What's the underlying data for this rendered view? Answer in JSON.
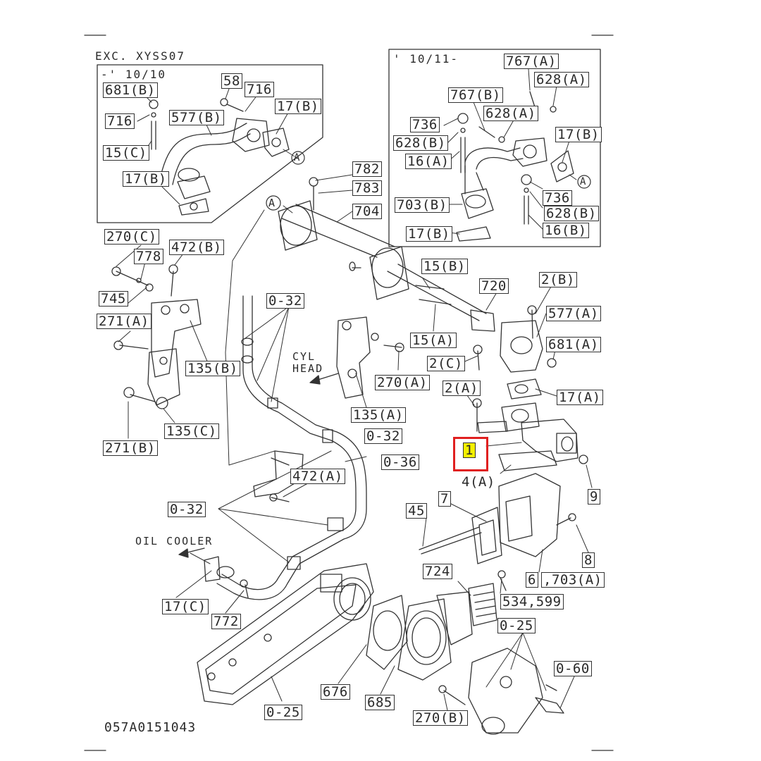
{
  "diagram": {
    "drawing_id": "057A0151043",
    "highlight_part": "1",
    "inset_left": {
      "header": "EXC. XYSS07",
      "subheader": "-' 10/10",
      "labels": [
        "681(B)",
        "58",
        "716",
        "716",
        "577(B)",
        "17(B)",
        "15(C)",
        "17(B)",
        "A"
      ]
    },
    "inset_right": {
      "header": "' 10/11-",
      "labels": [
        "767(A)",
        "628(A)",
        "767(B)",
        "628(A)",
        "736",
        "628(B)",
        "16(A)",
        "17(B)",
        "A",
        "736",
        "628(B)",
        "703(B)",
        "16(B)",
        "17(B)"
      ]
    },
    "labels": {
      "l782": "782",
      "l783": "783",
      "l704": "704",
      "circA": "A",
      "l270c": "270(C)",
      "l778": "778",
      "l472b": "472(B)",
      "l745": "745",
      "l271a": "271(A)",
      "l135b": "135(B)",
      "l135c": "135(C)",
      "l271b": "271(B)",
      "l032a": "0-32",
      "cyl": "CYL",
      "head": "HEAD",
      "l15b": "15(B)",
      "l720": "720",
      "l2b": "2(B)",
      "l577a": "577(A)",
      "l15a": "15(A)",
      "l681a": "681(A)",
      "l270a": "270(A)",
      "l2c": "2(C)",
      "l2a": "2(A)",
      "l17a": "17(A)",
      "l135a": "135(A)",
      "l032b": "0-32",
      "l036": "0-36",
      "l1": "1",
      "l472a": "472(A)",
      "l4a": "4(A)",
      "l9": "9",
      "l032c": "0-32",
      "l7": "7",
      "l45": "45",
      "oil": "OIL COOLER",
      "l8": "8",
      "l6": "6",
      "l703a": ",703(A)",
      "l724": "724",
      "l534": "534,599",
      "l17c": "17(C)",
      "l772": "772",
      "l025a": "0-25",
      "l060": "0-60",
      "l676": "676",
      "l685": "685",
      "l025b": "0-25",
      "l270b": "270(B)"
    }
  }
}
